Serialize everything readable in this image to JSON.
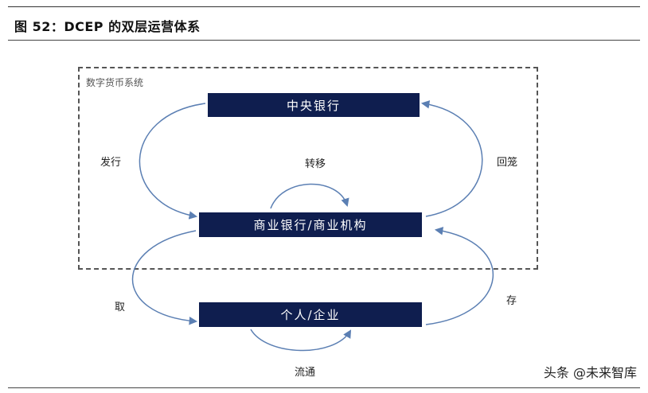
{
  "figure": {
    "title": "图 52：DCEP 的双层运营体系"
  },
  "diagram": {
    "system_label": "数字货币系统",
    "nodes": {
      "central_bank": "中央银行",
      "commercial_bank": "商业银行/商业机构",
      "individual": "个人/企业"
    },
    "edges": {
      "issue": "发行",
      "transfer": "转移",
      "recall": "回笼",
      "withdraw": "取",
      "deposit": "存",
      "circulate": "流通"
    }
  },
  "watermark": "头条 @未来智库",
  "colors": {
    "node_fill": "#0f1e4f",
    "arrow": "#5b7fb3"
  }
}
